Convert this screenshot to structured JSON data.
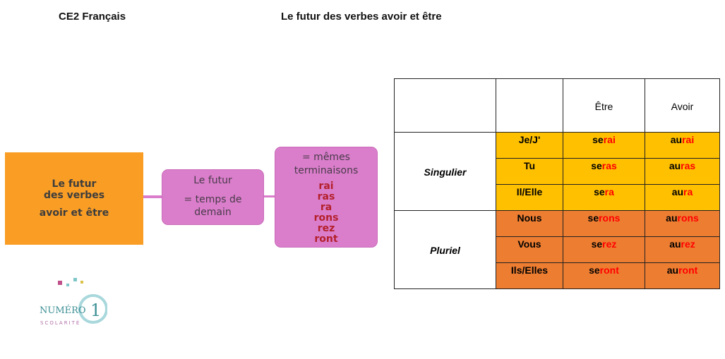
{
  "header": {
    "subject": "CE2 Français",
    "title": "Le futur des verbes avoir et être"
  },
  "mindmap": {
    "root": [
      "Le futur",
      "des verbes",
      "avoir et être"
    ],
    "node1": {
      "line1": "Le futur",
      "line2": "= temps de demain"
    },
    "node2": {
      "title": "= mêmes terminaisons",
      "endings": [
        "rai",
        "ras",
        "ra",
        "rons",
        "rez",
        "ront"
      ]
    }
  },
  "table": {
    "headers": [
      "",
      "",
      "Être",
      "Avoir"
    ],
    "groups": [
      "Singulier",
      "Pluriel"
    ],
    "rows": [
      {
        "pronoun": "Je/J'",
        "etre": [
          "se",
          "rai"
        ],
        "avoir": [
          "au",
          "rai"
        ]
      },
      {
        "pronoun": "Tu",
        "etre": [
          "se",
          "ras"
        ],
        "avoir": [
          "au",
          "ras"
        ]
      },
      {
        "pronoun": "Il/Elle",
        "etre": [
          "se",
          "ra"
        ],
        "avoir": [
          "au",
          "ra"
        ]
      },
      {
        "pronoun": "Nous",
        "etre": [
          "se",
          "rons"
        ],
        "avoir": [
          "au",
          "rons"
        ]
      },
      {
        "pronoun": "Vous",
        "etre": [
          "se",
          "rez"
        ],
        "avoir": [
          "au",
          "rez"
        ]
      },
      {
        "pronoun": "Ils/Elles",
        "etre": [
          "se",
          "ront"
        ],
        "avoir": [
          "au",
          "ront"
        ]
      }
    ]
  },
  "logo": {
    "text": "Numéro 1 Scolarité"
  }
}
